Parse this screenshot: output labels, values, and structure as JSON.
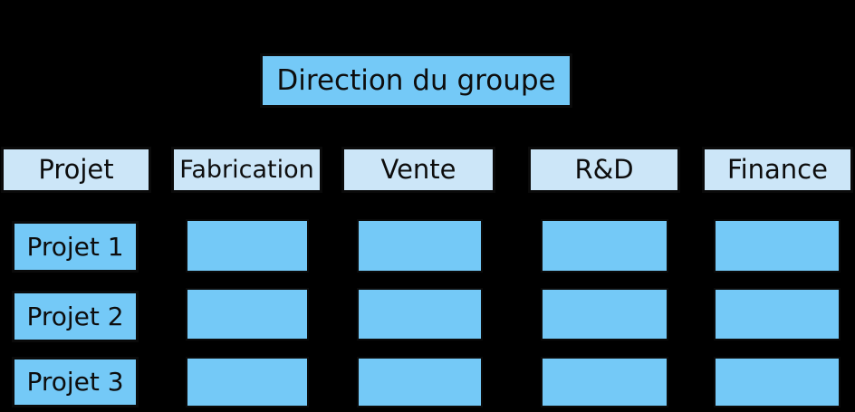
{
  "diagram": {
    "type": "matrix-organization-chart",
    "root": {
      "label": "Direction du groupe"
    },
    "column_headers": [
      {
        "label": "Projet"
      },
      {
        "label": "Fabrication"
      },
      {
        "label": "Vente"
      },
      {
        "label": "R&D"
      },
      {
        "label": "Finance"
      }
    ],
    "rows": [
      {
        "label": "Projet 1"
      },
      {
        "label": "Projet 2"
      },
      {
        "label": "Projet 3"
      }
    ],
    "colors": {
      "background": "#000000",
      "box_fill": "#74c9f7",
      "header_fill": "#cce6f8",
      "border": "#0a0a0a",
      "text": "#0d0d0d"
    }
  }
}
